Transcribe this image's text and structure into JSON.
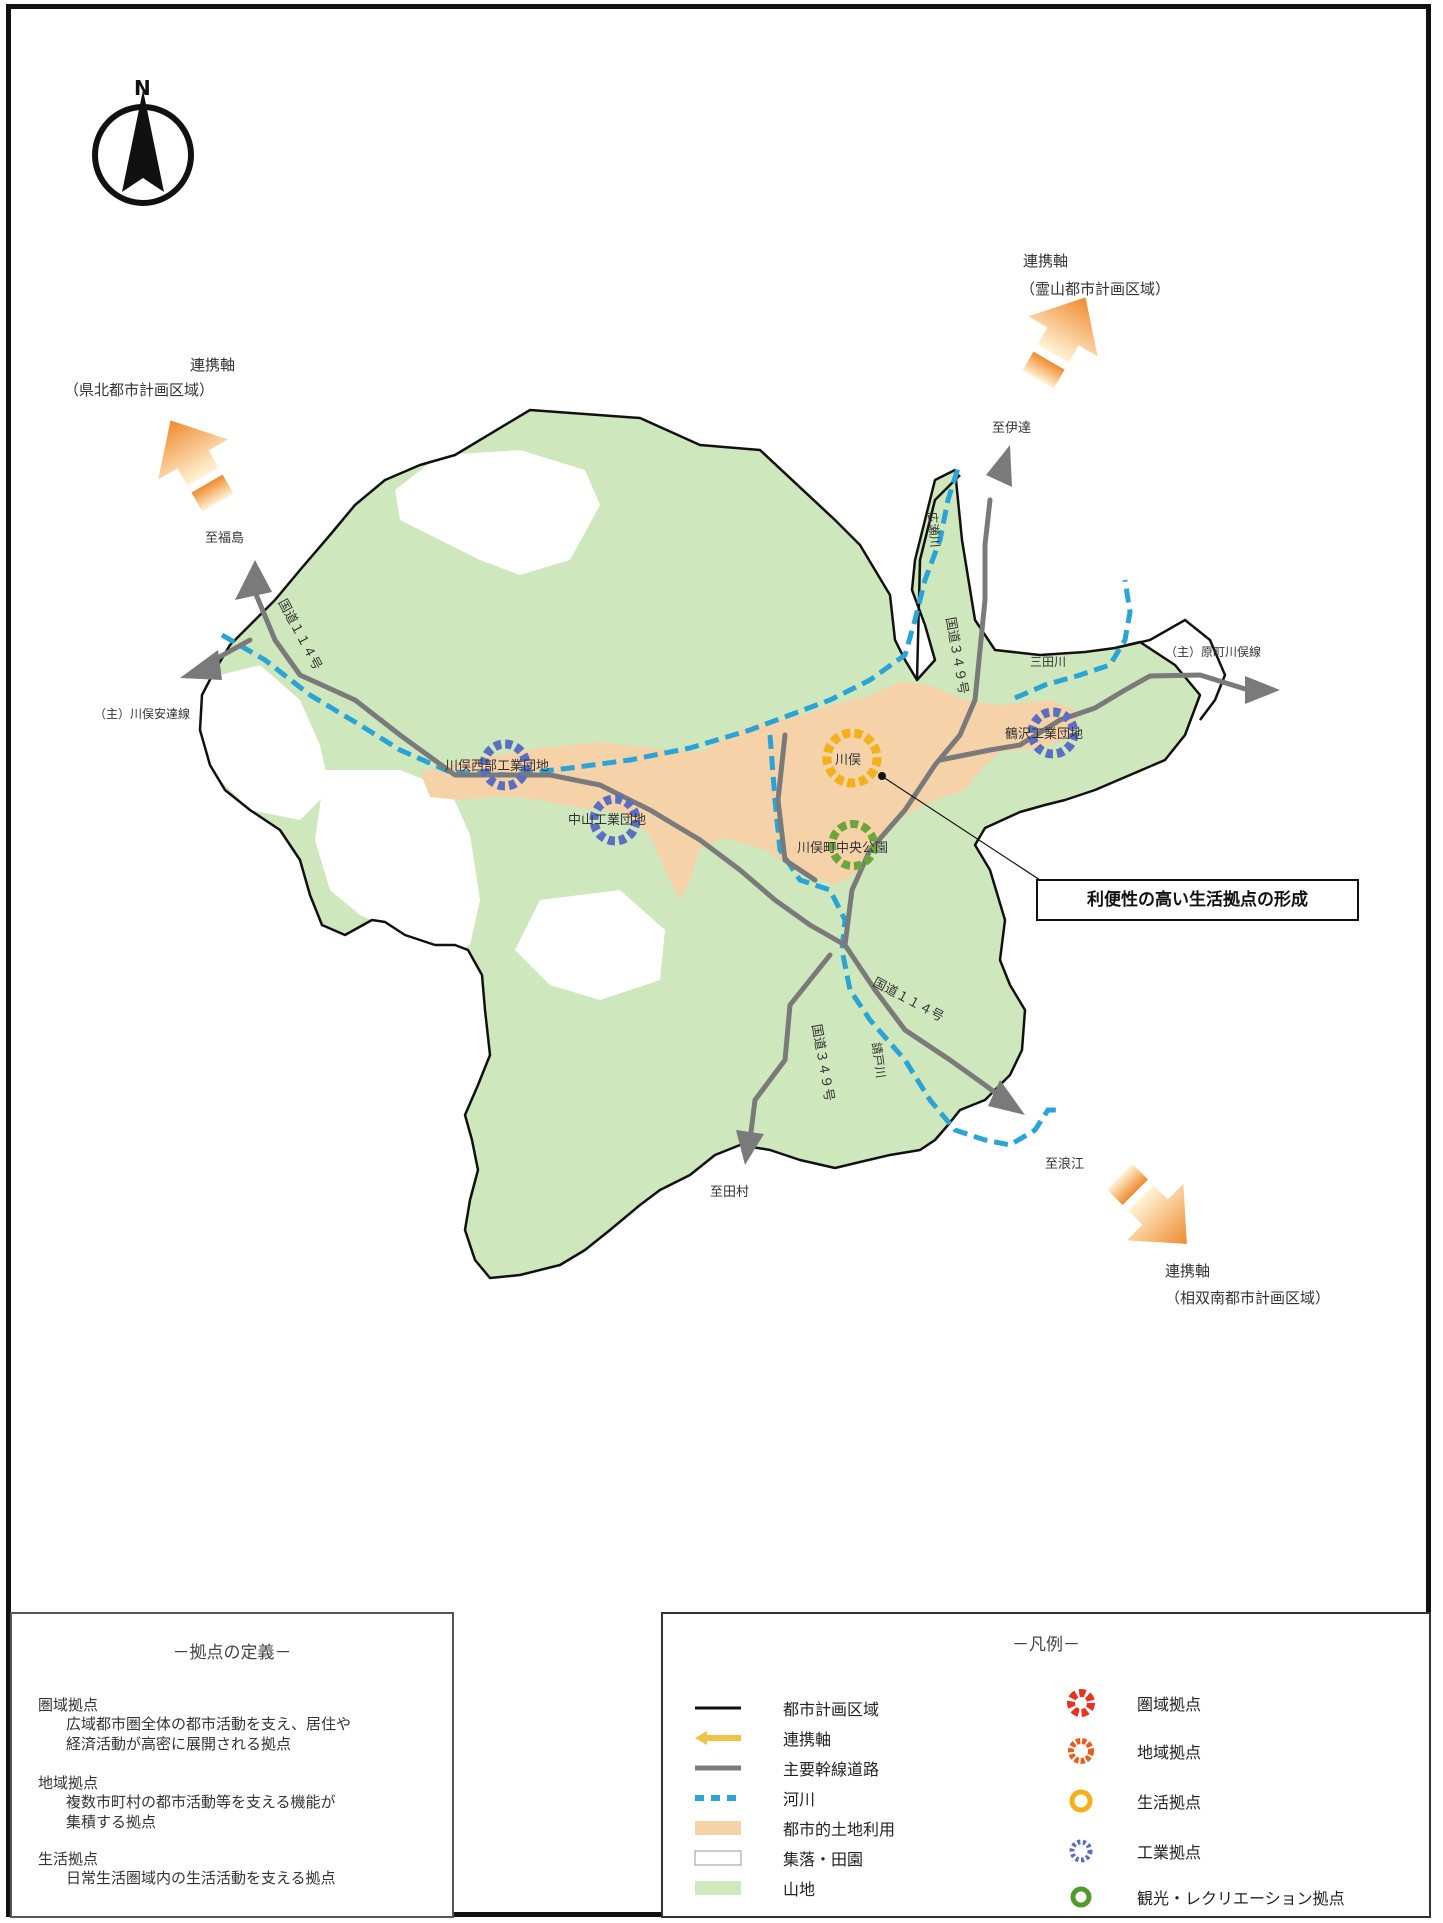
{
  "map": {
    "north": "N",
    "links": {
      "kenpoku": {
        "title": "連携軸",
        "area": "（県北都市計画区域）"
      },
      "ryozen": {
        "title": "連携軸",
        "area": "（霊山都市計画区域）"
      },
      "sosounan": {
        "title": "連携軸",
        "area": "（相双南都市計画区域）"
      }
    },
    "destinations": {
      "fukushima": "至福島",
      "date": "至伊達",
      "tamura": "至田村",
      "namie": "至浪江"
    },
    "roads": {
      "r114_w": "国道１１４号",
      "r349_n": "国道３４９号",
      "r114_se": "国道１１４号",
      "r349_s": "国道３４９号",
      "kawamata_adachi": "（主）川俣安達線",
      "haramachi_kawamata": "（主）原町川俣線"
    },
    "rivers": {
      "hirose": "広瀬川",
      "mikado": "三田川",
      "ukedo": "請戸川"
    },
    "hubs": {
      "west_industrial": "川俣西部工業団地",
      "naka_industrial": "中山工業団地",
      "east_industrial": "鶴沢工業団地",
      "kawamata": "川俣",
      "park": "川俣町中央公園"
    },
    "callout": "利便性の高い生活拠点の形成"
  },
  "definitions": {
    "title": "－拠点の定義－",
    "items": [
      {
        "term": "圏域拠点",
        "lines": [
          "広域都市圏全体の都市活動を支え、居住や",
          "経済活動が高密に展開される拠点"
        ]
      },
      {
        "term": "地域拠点",
        "lines": [
          "複数市町村の都市活動等を支える機能が",
          "集積する拠点"
        ]
      },
      {
        "term": "生活拠点",
        "lines": [
          "日常生活圏域内の生活活動を支える拠点"
        ]
      }
    ]
  },
  "legend": {
    "title": "－凡例－",
    "left": [
      {
        "label": "都市計画区域",
        "icon": "black-line"
      },
      {
        "label": "連携軸",
        "icon": "orange-arrow"
      },
      {
        "label": "主要幹線道路",
        "icon": "gray-line"
      },
      {
        "label": "河川",
        "icon": "blue-dash"
      },
      {
        "label": "都市的土地利用",
        "icon": "peach-fill"
      },
      {
        "label": "集落・田園",
        "icon": "white-fill"
      },
      {
        "label": "山地",
        "icon": "green-fill"
      }
    ],
    "right": [
      {
        "label": "圏域拠点",
        "icon": "red-flower-ring",
        "color": "#e8321e"
      },
      {
        "label": "地域拠点",
        "icon": "red-orange-ring",
        "color": "#f05a1a"
      },
      {
        "label": "生活拠点",
        "icon": "yellow-ring",
        "color": "#f2b11c"
      },
      {
        "label": "工業拠点",
        "icon": "blue-dot-ring",
        "color": "#5b6fc2"
      },
      {
        "label": "観光・レクリエーション拠点",
        "icon": "green-ring",
        "color": "#4f9a2a"
      }
    ]
  },
  "colors": {
    "mountain": "#cfe7bd",
    "urban": "#f6d2a9",
    "road": "#7a7a7a",
    "river": "#2aa4d6",
    "boundary": "#111111"
  }
}
